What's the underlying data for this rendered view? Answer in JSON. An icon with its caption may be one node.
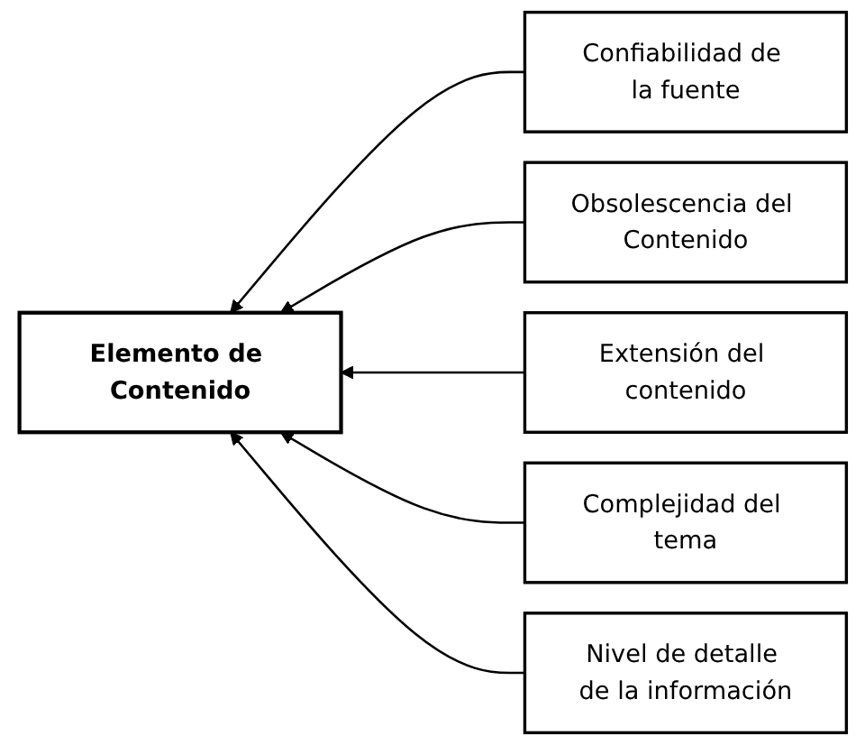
{
  "diagram": {
    "nodes": [
      {
        "text": [
          "Elemento de Contenido"
        ]
      },
      {
        "text": [
          "Confiabilidad de la fuente"
        ]
      },
      {
        "text": [
          "Obsolescencia del Contenido"
        ]
      },
      {
        "text": [
          "Extensión del contenido"
        ]
      },
      {
        "text": [
          "Complejidad del tema"
        ]
      },
      {
        "text": [
          "Nivel de detalle de la información"
        ]
      }
    ],
    "edges": [
      {
        "from": 1,
        "to": 0,
        "arrow": "to"
      },
      {
        "from": 2,
        "to": 0,
        "arrow": "to"
      },
      {
        "from": 3,
        "to": 0,
        "arrow": "to"
      },
      {
        "from": 4,
        "to": 0,
        "arrow": "to"
      },
      {
        "from": 5,
        "to": 0,
        "arrow": "to"
      }
    ]
  }
}
